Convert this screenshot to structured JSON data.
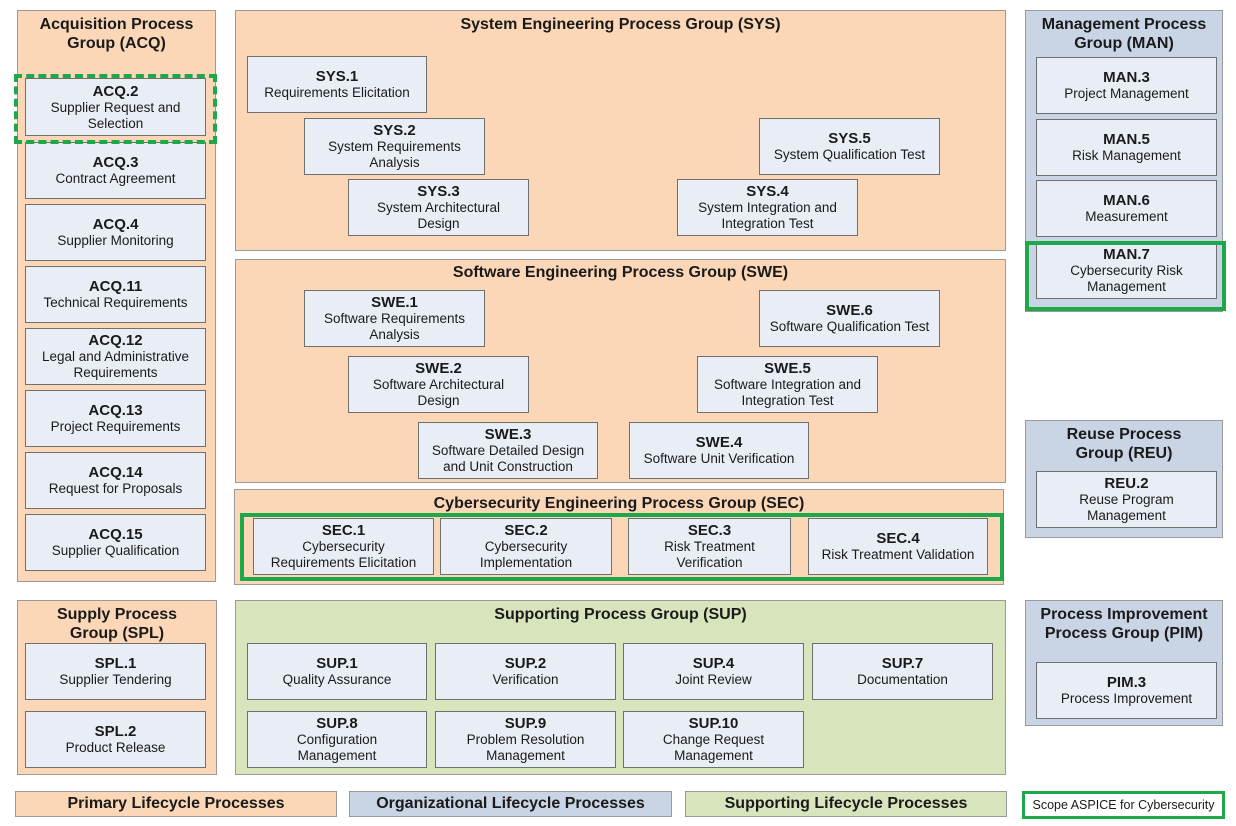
{
  "groups": {
    "acq": {
      "title": "Acquisition Process Group (ACQ)"
    },
    "sys": {
      "title": "System Engineering Process Group (SYS)"
    },
    "swe": {
      "title": "Software Engineering Process Group (SWE)"
    },
    "sec": {
      "title": "Cybersecurity Engineering Process Group (SEC)"
    },
    "man": {
      "title": "Management Process Group (MAN)"
    },
    "reu": {
      "title": "Reuse Process Group (REU)"
    },
    "spl": {
      "title": "Supply Process Group (SPL)"
    },
    "supg": {
      "title": "Supporting Process Group (SUP)"
    },
    "pim": {
      "title": "Process Improvement Process Group (PIM)"
    }
  },
  "processes": {
    "acq2": {
      "id": "ACQ.2",
      "name": "Supplier Request and Selection"
    },
    "acq3": {
      "id": "ACQ.3",
      "name": "Contract Agreement"
    },
    "acq4": {
      "id": "ACQ.4",
      "name": "Supplier Monitoring"
    },
    "acq11": {
      "id": "ACQ.11",
      "name": "Technical Requirements"
    },
    "acq12": {
      "id": "ACQ.12",
      "name": "Legal and Administrative Requirements"
    },
    "acq13": {
      "id": "ACQ.13",
      "name": "Project Requirements"
    },
    "acq14": {
      "id": "ACQ.14",
      "name": "Request for Proposals"
    },
    "acq15": {
      "id": "ACQ.15",
      "name": "Supplier Qualification"
    },
    "sys1": {
      "id": "SYS.1",
      "name": "Requirements Elicitation"
    },
    "sys2": {
      "id": "SYS.2",
      "name": "System Requirements Analysis"
    },
    "sys3": {
      "id": "SYS.3",
      "name": "System Architectural Design"
    },
    "sys4": {
      "id": "SYS.4",
      "name": "System Integration and Integration Test"
    },
    "sys5": {
      "id": "SYS.5",
      "name": "System Qualification Test"
    },
    "swe1": {
      "id": "SWE.1",
      "name": "Software Requirements Analysis"
    },
    "swe2": {
      "id": "SWE.2",
      "name": "Software Architectural Design"
    },
    "swe3": {
      "id": "SWE.3",
      "name": "Software Detailed Design and Unit Construction"
    },
    "swe4": {
      "id": "SWE.4",
      "name": "Software Unit Verification"
    },
    "swe5": {
      "id": "SWE.5",
      "name": "Software Integration and Integration Test"
    },
    "swe6": {
      "id": "SWE.6",
      "name": "Software Qualification Test"
    },
    "sec1": {
      "id": "SEC.1",
      "name": "Cybersecurity Requirements Elicitation"
    },
    "sec2": {
      "id": "SEC.2",
      "name": "Cybersecurity Implementation"
    },
    "sec3": {
      "id": "SEC.3",
      "name": "Risk Treatment Verification"
    },
    "sec4": {
      "id": "SEC.4",
      "name": "Risk Treatment Validation"
    },
    "man3": {
      "id": "MAN.3",
      "name": "Project Management"
    },
    "man5": {
      "id": "MAN.5",
      "name": "Risk Management"
    },
    "man6": {
      "id": "MAN.6",
      "name": "Measurement"
    },
    "man7": {
      "id": "MAN.7",
      "name": "Cybersecurity Risk Management"
    },
    "reu2": {
      "id": "REU.2",
      "name": "Reuse Program Management"
    },
    "spl1": {
      "id": "SPL.1",
      "name": "Supplier Tendering"
    },
    "spl2": {
      "id": "SPL.2",
      "name": "Product Release"
    },
    "sup1": {
      "id": "SUP.1",
      "name": "Quality Assurance"
    },
    "sup2": {
      "id": "SUP.2",
      "name": "Verification"
    },
    "sup4": {
      "id": "SUP.4",
      "name": "Joint Review"
    },
    "sup7": {
      "id": "SUP.7",
      "name": "Documentation"
    },
    "sup8": {
      "id": "SUP.8",
      "name": "Configuration Management"
    },
    "sup9": {
      "id": "SUP.9",
      "name": "Problem Resolution Management"
    },
    "sup10": {
      "id": "SUP.10",
      "name": "Change Request Management"
    },
    "pim3": {
      "id": "PIM.3",
      "name": "Process Improvement"
    }
  },
  "legend": {
    "primary": "Primary Lifecycle Processes",
    "organizational": "Organizational Lifecycle Processes",
    "supporting": "Supporting Lifecycle Processes",
    "scope": "Scope ASPICE for Cybersecurity"
  },
  "colors": {
    "primary": "#fbd7b8",
    "organizational": "#c9d4e4",
    "supporting": "#d8e4bc",
    "process_box": "#e9eef6",
    "scope": "#1fa84a"
  }
}
